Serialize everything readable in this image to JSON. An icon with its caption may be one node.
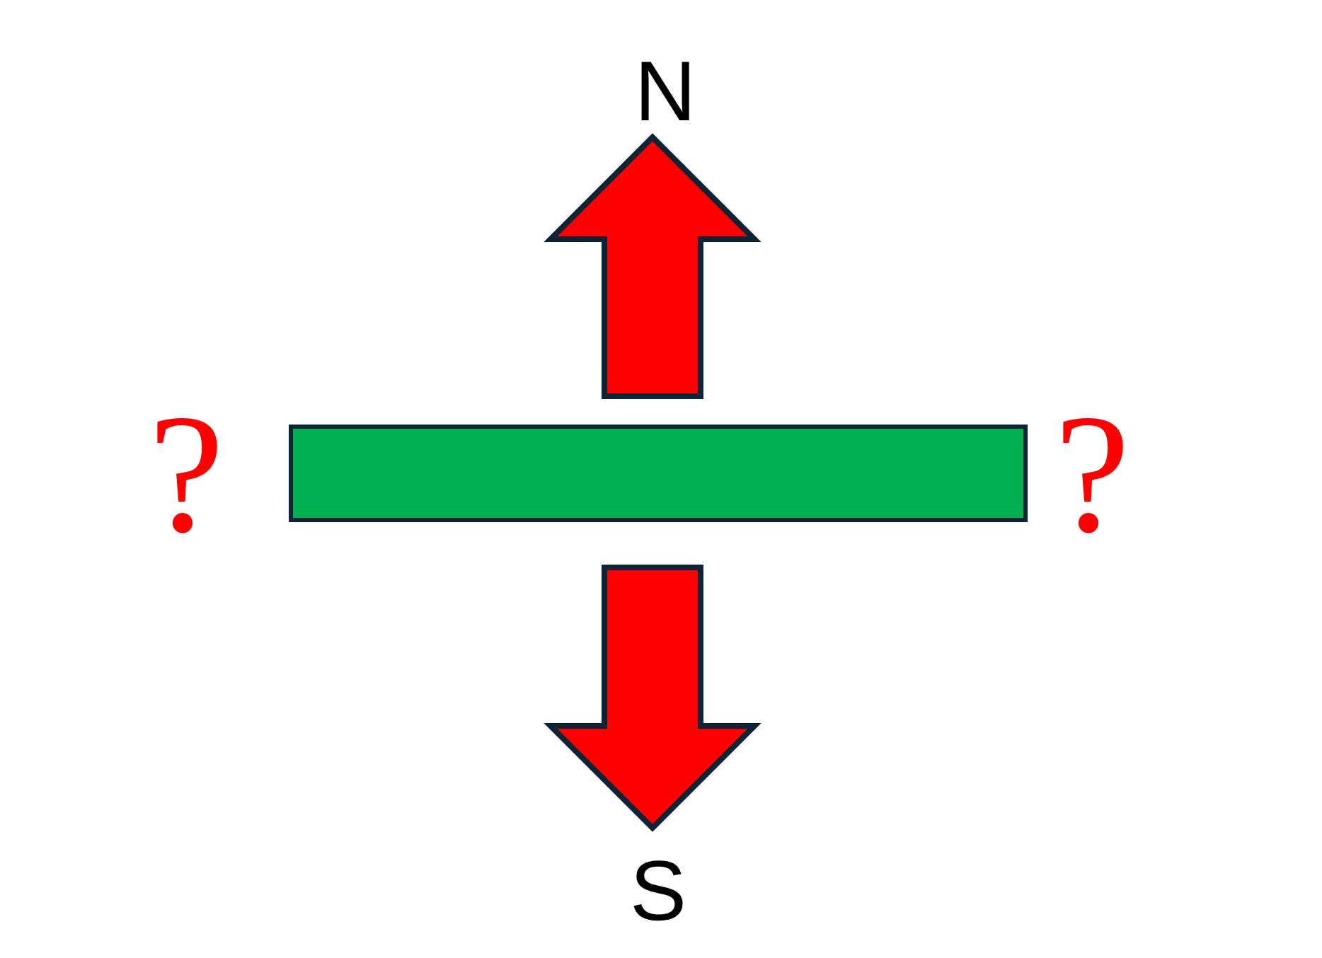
{
  "diagram": {
    "nodes": [
      {
        "text": [
          "N"
        ]
      },
      {
        "text": [],
        "shape": "bar"
      },
      {
        "text": [
          "S"
        ]
      }
    ],
    "edges": [
      {
        "from": 1,
        "to": 0,
        "arrow": "to",
        "style": "thick"
      },
      {
        "from": 1,
        "to": 2,
        "arrow": "to",
        "style": "thick"
      }
    ],
    "labels": [
      "?",
      "?"
    ]
  }
}
